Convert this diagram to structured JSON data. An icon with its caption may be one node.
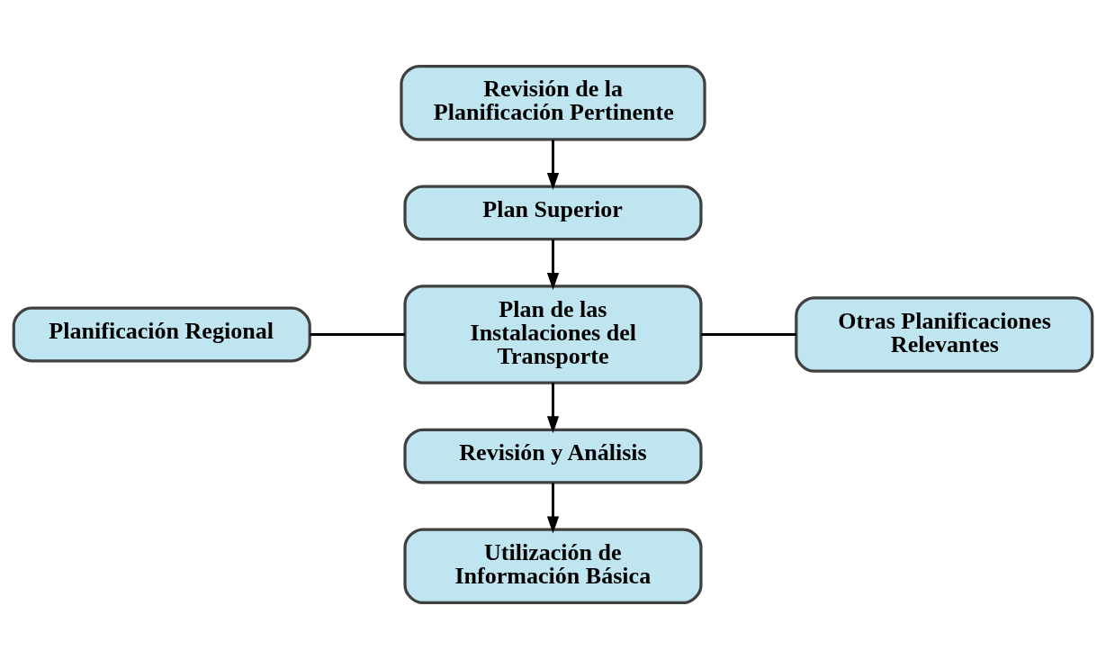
{
  "diagram": {
    "nodes": [
      {
        "text": [
          "Revisión de la Planificación Pertinente"
        ]
      },
      {
        "text": [
          "Plan Superior"
        ]
      },
      {
        "text": [
          "Planificación Regional"
        ]
      },
      {
        "text": [
          "Plan de las Instalaciones del Transporte"
        ]
      },
      {
        "text": [
          "Otras Planificaciones Relevantes"
        ]
      },
      {
        "text": [
          "Revisión y Análisis"
        ]
      },
      {
        "text": [
          "Utilización de Información Básica"
        ]
      }
    ],
    "edges": [
      {
        "from": 0,
        "to": 1,
        "arrow": "to"
      },
      {
        "from": 1,
        "to": 3,
        "arrow": "to"
      },
      {
        "from": 2,
        "to": 3,
        "arrow": "none"
      },
      {
        "from": 3,
        "to": 4,
        "arrow": "none"
      },
      {
        "from": 3,
        "to": 5,
        "arrow": "to"
      },
      {
        "from": 5,
        "to": 6,
        "arrow": "to"
      }
    ]
  }
}
